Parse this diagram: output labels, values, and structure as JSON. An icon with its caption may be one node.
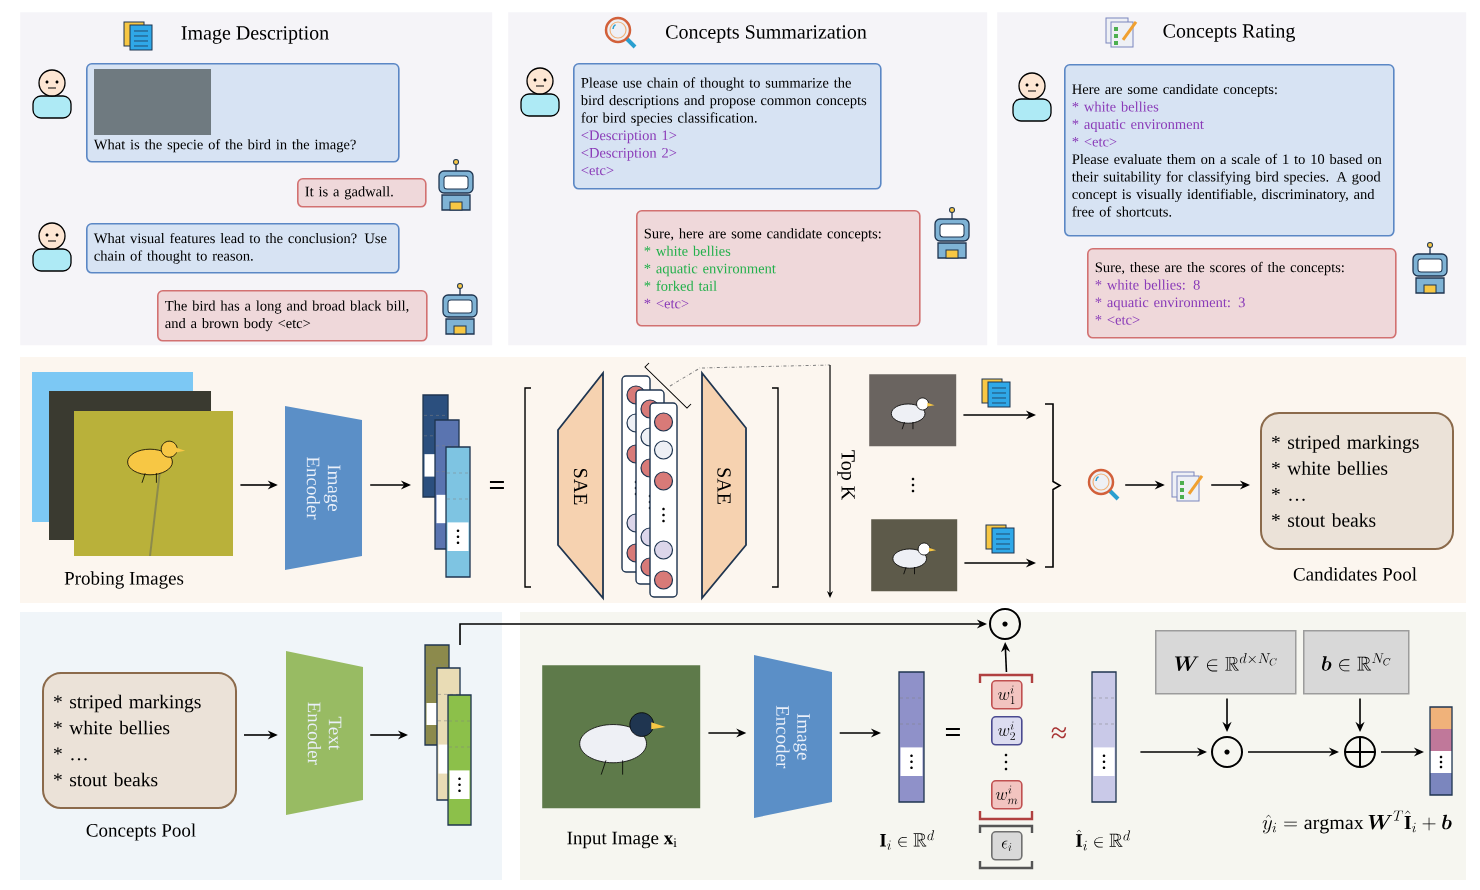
{
  "diagram": {
    "nodes": [
      {
        "text": [
          "Image Description"
        ]
      },
      {
        "text": [
          "What is the specie of the bird in the image?"
        ],
        "in": 0
      },
      {
        "text": [
          "It is a gadwall."
        ],
        "in": 0
      },
      {
        "text": [
          "What visual features lead to the conclusion? Use chain of thought to reason."
        ],
        "in": 0
      },
      {
        "text": [
          "The bird has a long and broad black bill, and a brown body <etc>"
        ],
        "in": 0
      },
      {
        "text": [
          "Concepts Summarization"
        ]
      },
      {
        "text": [
          "Please use chain of thought to summarize the bird descriptions and propose common concepts for bird species classification.",
          "<Description 1>",
          "<Description 2>",
          "<etc>"
        ],
        "in": 5
      },
      {
        "text": [
          "Sure, here are some candidate concepts:",
          "* white bellies",
          "* aquatic environment",
          "* forked tail",
          "* <etc>"
        ],
        "in": 5
      },
      {
        "text": [
          "Concepts Rating"
        ]
      },
      {
        "text": [
          "Here are some candidate concepts:",
          "* white bellies",
          "* aquatic environment",
          "* <etc>",
          "Please evaluate them on a scale of 1 to 10 based on their suitability for classifying bird species. A good concept is visually identifiable, discriminatory, and free of shortcuts."
        ],
        "in": 8
      },
      {
        "text": [
          "Sure, these are the scores of the concepts:",
          "* white bellies: 8",
          "* aquatic environment: 3",
          "* <etc>"
        ],
        "in": 8
      },
      {
        "text": [],
        "shape": "picture",
        "beside": [
          "Probing Images"
        ]
      },
      {
        "text": [
          "Image Encoder"
        ]
      },
      {
        "text": [],
        "shape": "bar"
      },
      {
        "text": [
          "SAE"
        ]
      },
      {
        "text": [
          "SAE"
        ]
      },
      {
        "text": [],
        "shape": "picture"
      },
      {
        "text": [],
        "shape": "picture"
      },
      {
        "text": [],
        "shape": "bracket"
      },
      {
        "text": [],
        "shape": "picture"
      },
      {
        "text": [],
        "shape": "picture"
      },
      {
        "text": [
          "* striped markings",
          "* white bellies",
          "* …",
          "* stout beaks"
        ],
        "beside": [
          "Candidates Pool"
        ]
      },
      {
        "text": [
          "* striped markings",
          "* white bellies",
          "* …",
          "* stout beaks"
        ],
        "beside": [
          "Concepts Pool"
        ]
      },
      {
        "text": [
          "Text Encoder"
        ]
      },
      {
        "text": [],
        "shape": "bar"
      },
      {
        "text": [],
        "shape": "circle"
      },
      {
        "text": [],
        "shape": "picture",
        "beside": [
          "Input Image **x**$_{i}$"
        ]
      },
      {
        "text": [
          "Image Encoder"
        ]
      },
      {
        "text": [],
        "shape": "bar",
        "beside": [
          "\\mathbf{I}_{i} \\in \\mathbb{R}^{d}"
        ]
      },
      {
        "text": [
          "w_{1}^{i}"
        ]
      },
      {
        "text": [
          "w_{2}^{i}"
        ]
      },
      {
        "text": [
          "w_{m}^{i}"
        ]
      },
      {
        "text": [
          "\\epsilon_{i}"
        ]
      },
      {
        "text": [],
        "shape": "bar",
        "beside": [
          "\\hat{\\mathbf{I}}_{i} \\in \\mathbb{R}^{d}"
        ]
      },
      {
        "text": [
          "\\boldsymbol{W} \\in \\mathbb{R}^{d\\times N_{C}}"
        ]
      },
      {
        "text": [
          "\\boldsymbol{b} \\in \\mathbb{R}^{N_{C}}"
        ]
      },
      {
        "text": [],
        "shape": "circle"
      },
      {
        "text": [],
        "shape": "circle"
      },
      {
        "text": [],
        "shape": "bar"
      }
    ],
    "edges": [
      {
        "from": 11,
        "to": 12,
        "arrow": "to"
      },
      {
        "from": 12,
        "to": 13,
        "arrow": "to"
      },
      {
        "from": 16,
        "to": 18,
        "arrow": "to"
      },
      {
        "from": 17,
        "to": 18,
        "arrow": "to"
      },
      {
        "from": 19,
        "to": 20,
        "arrow": "to"
      },
      {
        "from": 20,
        "to": 21,
        "arrow": "to"
      },
      {
        "from": 22,
        "to": 23,
        "arrow": "to"
      },
      {
        "from": 23,
        "to": 24,
        "arrow": "to"
      },
      {
        "from": 24,
        "to": 25,
        "arrow": "to"
      },
      {
        "from": 26,
        "to": 27,
        "arrow": "to"
      },
      {
        "from": 27,
        "to": 28,
        "arrow": "to"
      },
      {
        "from": 29,
        "to": 25,
        "arrow": "to"
      },
      {
        "from": 33,
        "to": 36,
        "arrow": "to"
      },
      {
        "from": 34,
        "to": 36,
        "arrow": "to"
      },
      {
        "from": 35,
        "to": 37,
        "arrow": "to"
      },
      {
        "from": 36,
        "to": 37,
        "arrow": "to"
      },
      {
        "from": 37,
        "to": 38,
        "arrow": "to"
      }
    ],
    "labels": [
      "=",
      "Top K",
      "=",
      "≈",
      "\\hat{y}_{i} = \\operatorname{argmax} \\boldsymbol{W}^{T}\\hat{\\mathbf{I}}_{i} + \\boldsymbol{b}"
    ]
  }
}
